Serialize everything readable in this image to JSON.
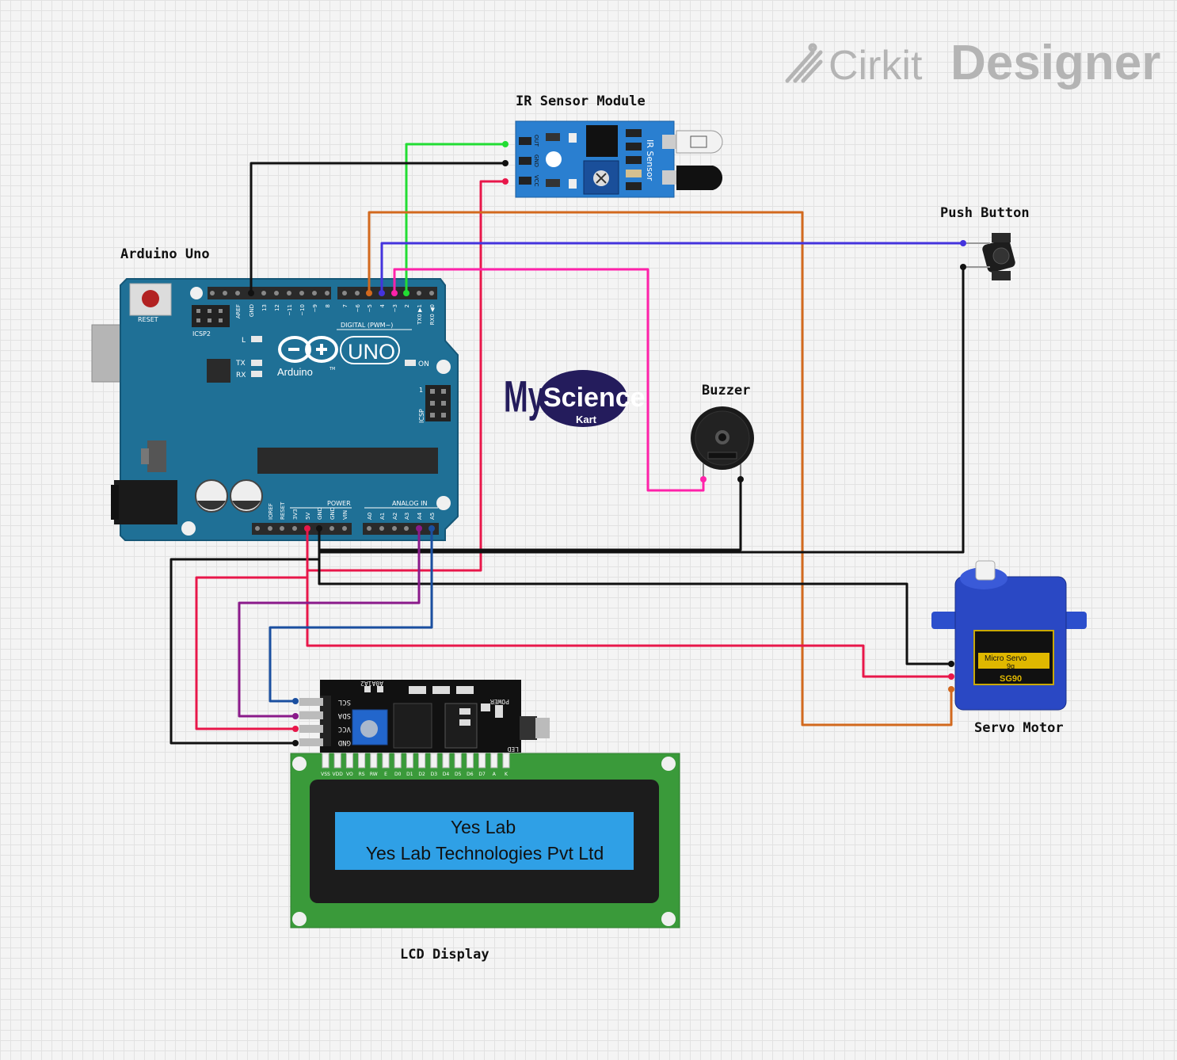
{
  "brand": {
    "left": "Cirkit",
    "right": "Designer"
  },
  "labels": {
    "ir_sensor": "IR Sensor Module",
    "push_button": "Push Button",
    "arduino": "Arduino Uno",
    "buzzer": "Buzzer",
    "servo": "Servo Motor",
    "lcd": "LCD Display"
  },
  "arduino_board": {
    "reset": "RESET",
    "icsp2": "ICSP2",
    "icsp": "ICSP",
    "digital": "DIGITAL (PWM~)",
    "model": "UNO",
    "brand": "Arduino",
    "tm": "TM",
    "led_l": "L",
    "led_tx": "TX",
    "led_rx": "RX",
    "led_on": "ON",
    "power": "POWER",
    "analog": "ANALOG IN",
    "top_pins": [
      "AREF",
      "GND",
      "13",
      "12",
      "~11",
      "~10",
      "~9",
      "8",
      "7",
      "~6",
      "~5",
      "4",
      "~3",
      "2",
      "TX0 ▶1",
      "RX0 ◀0"
    ],
    "bottom_pins": [
      "IOREF",
      "RESET",
      "3V3",
      "5V",
      "GND",
      "GND",
      "VIN",
      "A0",
      "A1",
      "A2",
      "A3",
      "A4",
      "A5"
    ]
  },
  "ir_module": {
    "pins": [
      "OUT",
      "GND",
      "VCC"
    ],
    "name": "IR Sensor"
  },
  "i2c_module": {
    "pins": [
      "SCL",
      "SDA",
      "VCC",
      "GND"
    ],
    "top": "A0A1A2",
    "power": "POWER",
    "led": "LED"
  },
  "lcd": {
    "line1": "Yes Lab",
    "line2": "Yes Lab Technologies Pvt Ltd",
    "pins": [
      "VSS",
      "VDD",
      "VO",
      "RS",
      "RW",
      "E",
      "D0",
      "D1",
      "D2",
      "D3",
      "D4",
      "D5",
      "D6",
      "D7",
      "A",
      "K"
    ]
  },
  "servo": {
    "line1": "Micro Servo",
    "line2": "9g",
    "model": "SG90"
  },
  "logo": {
    "line1": "My",
    "line2": "Science",
    "line3": "Kart"
  },
  "colors": {
    "background": "#f4f4f4",
    "board_blue": "#1e6f94",
    "ir_blue": "#2a7fd0",
    "lcd_green": "#3a9a3a",
    "lcd_screen": "#2fa0e6",
    "wire_black": "#111111",
    "wire_red": "#e8174a",
    "wire_green": "#22dd33",
    "wire_orange": "#d2691e",
    "wire_blue": "#4433dd",
    "wire_pink": "#ff22aa",
    "wire_purple": "#8a1a8a",
    "wire_navy": "#1a4fa0",
    "wire_black_label": "black"
  }
}
